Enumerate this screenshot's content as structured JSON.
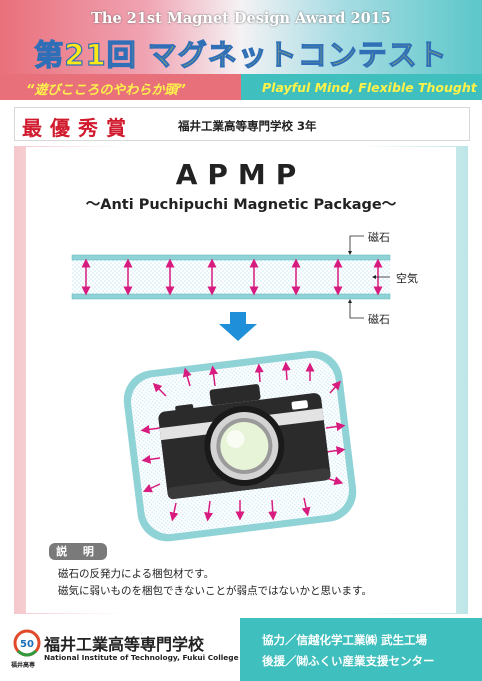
{
  "header": {
    "award_en": "The 21st Magnet Design Award 2015",
    "contest_jp": "第21回 マグネットコンテスト",
    "theme_jp": "“遊びこころのやわらか頭”",
    "theme_en": "Playful Mind, Flexible Thought"
  },
  "award": {
    "title": "最優秀賞",
    "school": "福井工業高等専門学校 3年"
  },
  "work": {
    "title": "APMP",
    "subtitle": "～Anti Puchipuchi Magnetic Package～"
  },
  "diagram": {
    "label_magnet_top": "磁石",
    "label_air": "空気",
    "label_magnet_bottom": "磁石",
    "colors": {
      "magnet_teal": "#8fd3d6",
      "arrow_magenta": "#d81b7e",
      "down_arrow_blue": "#1e8fd8",
      "dot_pattern": "#c9e8f6"
    }
  },
  "description": {
    "label": "説 明",
    "line1": "磁石の反発力による梱包材です。",
    "line2": "磁気に弱いものを梱包できないことが弱点ではないかと思います。"
  },
  "footer": {
    "school_jp": "福井工業高等専門学校",
    "school_en": "National Institute of Technology, Fukui College",
    "logo_number": "50",
    "logo_text": "福井高専",
    "cooperation": "協力／信越化学工業㈱ 武生工場",
    "support": "後援／㈶ふくい産業支援センター"
  }
}
